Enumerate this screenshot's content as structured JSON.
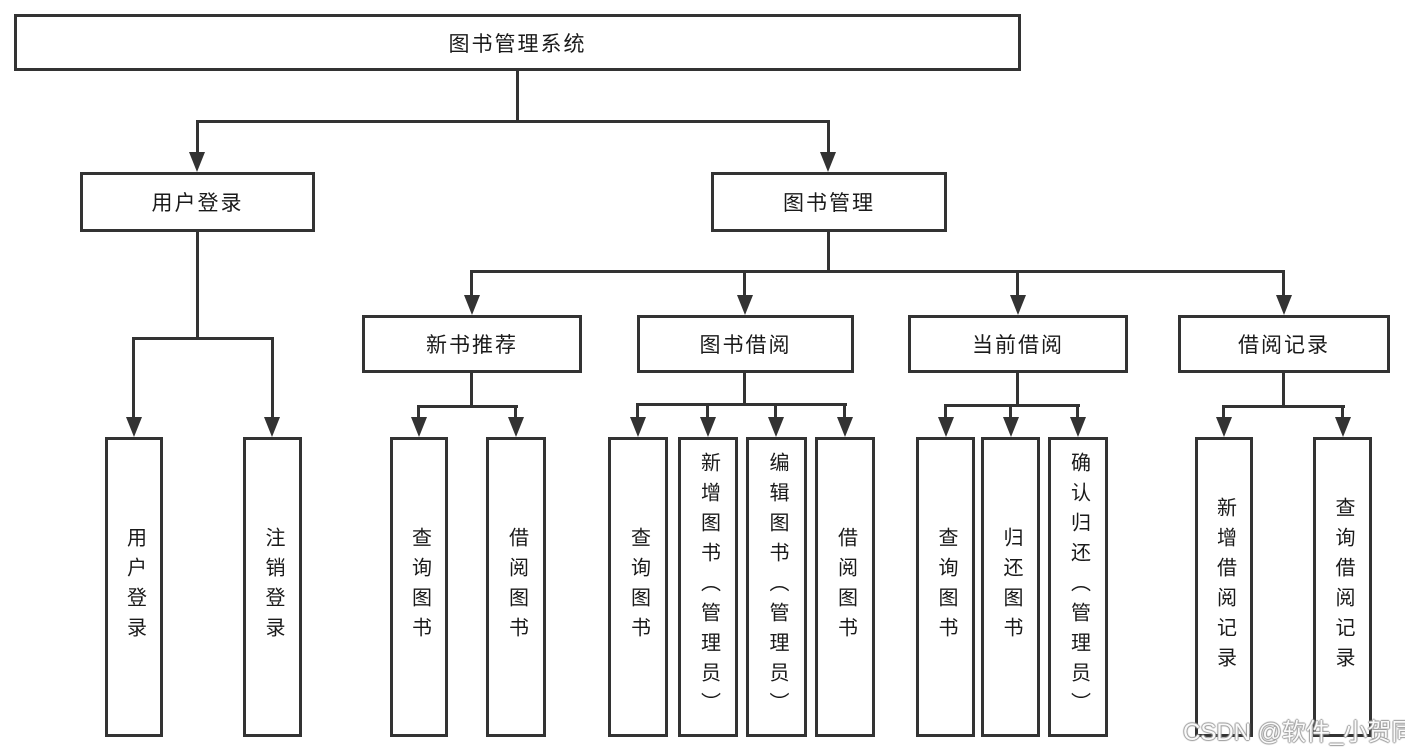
{
  "colors": {
    "line": "#333333",
    "text": "#1a1a1a",
    "background": "#ffffff"
  },
  "watermark": "CSDN @软件_小贺同学",
  "tree": {
    "root": {
      "label": "图书管理系统"
    },
    "branches": [
      {
        "label": "用户登录",
        "children": [
          {
            "label": "用户登录"
          },
          {
            "label": "注销登录"
          }
        ]
      },
      {
        "label": "图书管理",
        "children": [
          {
            "label": "新书推荐",
            "children": [
              {
                "label": "查询图书"
              },
              {
                "label": "借阅图书"
              }
            ]
          },
          {
            "label": "图书借阅",
            "children": [
              {
                "label": "查询图书"
              },
              {
                "label": "新增图书（管理员）"
              },
              {
                "label": "编辑图书（管理员）"
              },
              {
                "label": "借阅图书"
              }
            ]
          },
          {
            "label": "当前借阅",
            "children": [
              {
                "label": "查询图书"
              },
              {
                "label": "归还图书"
              },
              {
                "label": "确认归还（管理员）"
              }
            ]
          },
          {
            "label": "借阅记录",
            "children": [
              {
                "label": "新增借阅记录"
              },
              {
                "label": "查询借阅记录"
              }
            ]
          }
        ]
      }
    ]
  }
}
